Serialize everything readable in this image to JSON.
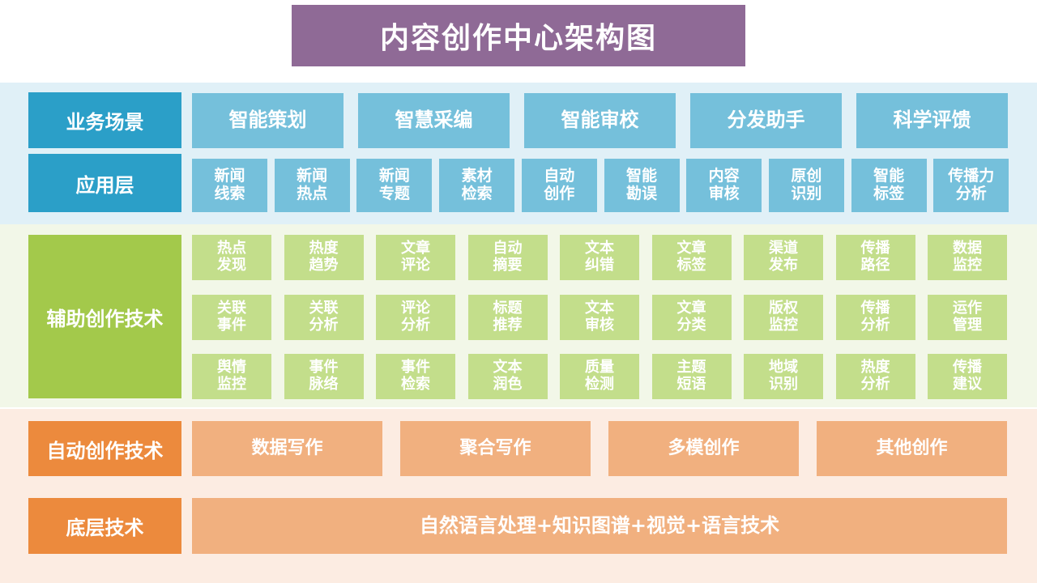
{
  "title": "内容创作中心架构图",
  "business": {
    "label": "业务场景",
    "items": [
      "智能策划",
      "智慧采编",
      "智能审校",
      "分发助手",
      "科学评馈"
    ]
  },
  "application": {
    "label": "应用层",
    "items": [
      [
        "新闻",
        "线索"
      ],
      [
        "新闻",
        "热点"
      ],
      [
        "新闻",
        "专题"
      ],
      [
        "素材",
        "检索"
      ],
      [
        "自动",
        "创作"
      ],
      [
        "智能",
        "勘误"
      ],
      [
        "内容",
        "审核"
      ],
      [
        "原创",
        "识别"
      ],
      [
        "智能",
        "标签"
      ],
      [
        "传播力",
        "分析"
      ]
    ]
  },
  "assist": {
    "label": "辅助创作技术",
    "rows": [
      [
        [
          "热点",
          "发现"
        ],
        [
          "热度",
          "趋势"
        ],
        [
          "文章",
          "评论"
        ],
        [
          "自动",
          "摘要"
        ],
        [
          "文本",
          "纠错"
        ],
        [
          "文章",
          "标签"
        ],
        [
          "渠道",
          "发布"
        ],
        [
          "传播",
          "路径"
        ],
        [
          "数据",
          "监控"
        ]
      ],
      [
        [
          "关联",
          "事件"
        ],
        [
          "关联",
          "分析"
        ],
        [
          "评论",
          "分析"
        ],
        [
          "标题",
          "推荐"
        ],
        [
          "文本",
          "审核"
        ],
        [
          "文章",
          "分类"
        ],
        [
          "版权",
          "监控"
        ],
        [
          "传播",
          "分析"
        ],
        [
          "运作",
          "管理"
        ]
      ],
      [
        [
          "舆情",
          "监控"
        ],
        [
          "事件",
          "脉络"
        ],
        [
          "事件",
          "检索"
        ],
        [
          "文本",
          "润色"
        ],
        [
          "质量",
          "检测"
        ],
        [
          "主题",
          "短语"
        ],
        [
          "地域",
          "识别"
        ],
        [
          "热度",
          "分析"
        ],
        [
          "传播",
          "建议"
        ]
      ]
    ]
  },
  "auto": {
    "label": "自动创作技术",
    "items": [
      "数据写作",
      "聚合写作",
      "多模创作",
      "其他创作"
    ]
  },
  "base": {
    "label": "底层技术",
    "content": "自然语言处理+知识图谱+视觉+语言技术"
  }
}
